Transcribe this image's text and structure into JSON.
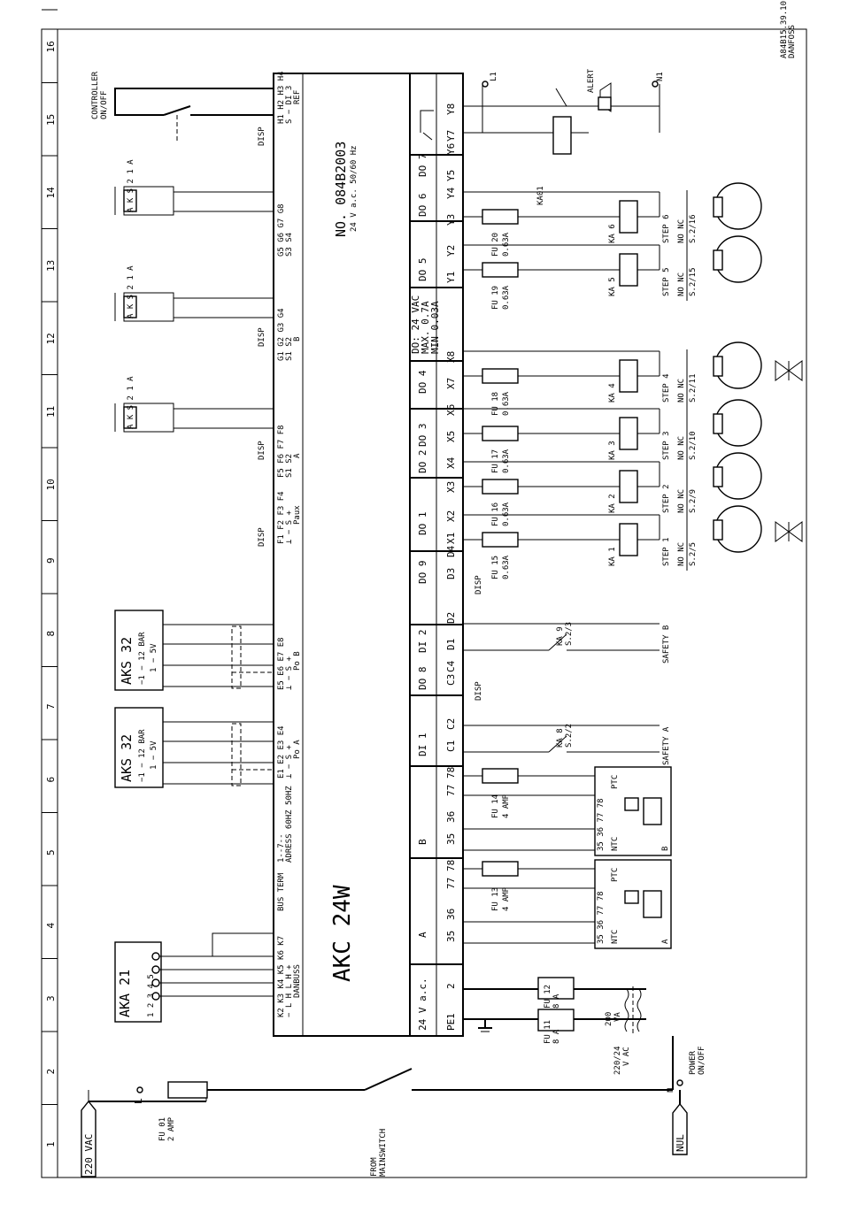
{
  "frame": {
    "grid_numbers": [
      "1",
      "2",
      "3",
      "4",
      "5",
      "6",
      "7",
      "8",
      "9",
      "10",
      "11",
      "12",
      "13",
      "14",
      "15",
      "16"
    ],
    "drawing_ref": [
      "DANFOSS",
      "A84B15.39.10"
    ]
  },
  "controller": {
    "name": "AKC 24W",
    "part_no": "NO. 084B2003",
    "supply_rating": "24 V a.c. 50/60 Hz",
    "disp_labels": [
      "DISP",
      "DISP",
      "DISP",
      "DISP",
      "DISP",
      "DISP"
    ],
    "top_terminals": [
      {
        "pins": "K2 K3 K4 K5 K6 K7",
        "sub": "−  L  H  L  H  +",
        "group": "DANBUSS"
      },
      {
        "pins": "BUS TERM",
        "sub": "",
        "group": ""
      },
      {
        "pins": "1--7--",
        "sub": "ADRESS 60HZ 50HZ",
        "group": ""
      },
      {
        "pins": "E1 E2 E3 E4",
        "sub": "⊥  −  S  +",
        "group": "Po A"
      },
      {
        "pins": "E5 E6 E7 E8",
        "sub": "⊥  −  S  +",
        "group": "Po B"
      },
      {
        "pins": "F1 F2 F3 F4",
        "sub": "⊥  −  S  +",
        "group": "Paux"
      },
      {
        "pins": "F5 F6 F7 F8",
        "sub": "S1  S2",
        "group": "A"
      },
      {
        "pins": "G1 G2 G3 G4",
        "sub": "S1  S2",
        "group": "B"
      },
      {
        "pins": "G5 G6 G7 G8",
        "sub": "S3  S4",
        "group": ""
      },
      {
        "pins": "H1 H2 H3 H4",
        "sub": "S  −  DI  3",
        "group": "REF"
      }
    ],
    "bottom_blocks": [
      {
        "label": "24  V a.c.",
        "pins": [
          "PE",
          "1",
          "2"
        ]
      },
      {
        "label": "A",
        "pins": [
          "35",
          "36",
          "77",
          "78"
        ]
      },
      {
        "label": "B",
        "pins": [
          "35",
          "36",
          "77",
          "78"
        ]
      },
      {
        "label": "DI 1",
        "pins": [
          "C1",
          "C2"
        ]
      },
      {
        "label": "DO 8",
        "pins": [
          "C3",
          "C4"
        ]
      },
      {
        "label": "DI 2",
        "pins": [
          "D1",
          "D2"
        ]
      },
      {
        "label": "DO 9",
        "pins": [
          "D3",
          "D4"
        ]
      },
      {
        "label": "DO 1",
        "pins": [
          "X1",
          "X2"
        ]
      },
      {
        "label": "DO 2",
        "pins": [
          "X3",
          "X4"
        ]
      },
      {
        "label": "DO 3",
        "pins": [
          "X5",
          "X6"
        ]
      },
      {
        "label": "DO 4",
        "pins": [
          "X7",
          "X8"
        ]
      },
      {
        "label": "DO: 24 VAC / MAX. 0.7A / MIN 0.03A",
        "pins": []
      },
      {
        "label": "DO 5",
        "pins": [
          "Y1",
          "Y2"
        ]
      },
      {
        "label": "DO 6",
        "pins": [
          "Y3",
          "Y4"
        ]
      },
      {
        "label": "DO 7",
        "pins": [
          "Y5",
          "Y6"
        ]
      },
      {
        "label": "",
        "pins": [
          "Y7",
          "Y8"
        ]
      }
    ]
  },
  "supply": {
    "in_tag": "220 VAC",
    "l_label": "L",
    "fuse": "FU 01 / 2 AMP",
    "mainswitch": "FROM MAINSWITCH",
    "nul_tag": "NUL",
    "n_label": "N",
    "power": "POWER ON/OFF",
    "fu11": "FU 11 / 8 A",
    "fu12": "FU 12 / 8 A",
    "transformer": "220/24 V AC",
    "transformer_va": "200 VA",
    "controller_onoff": "CONTROLLER ON/OFF"
  },
  "sensors": {
    "aka21": {
      "name": "AKA 21",
      "pins": "1 2 3 4 5"
    },
    "aks32_a": {
      "name": "AKS 32",
      "range": "−1 − 12 BAR",
      "out": "1 − 5V"
    },
    "aks32_b": {
      "name": "AKS 32",
      "range": "−1 − 12 BAR",
      "out": "1 − 5V"
    },
    "akslabel": "A K S  2 1 A"
  },
  "motor_protect": [
    {
      "fuse": "FU 13 / 4 AMP",
      "pins": [
        "35",
        "36",
        "77",
        "78"
      ],
      "ntc": "NTC",
      "ptc": "PTC",
      "tag": "A"
    },
    {
      "fuse": "FU 14 / 4 AMP",
      "pins": [
        "35",
        "36",
        "77",
        "78"
      ],
      "ntc": "NTC",
      "ptc": "PTC",
      "tag": "B"
    }
  ],
  "safety": [
    {
      "relay": "KA 8",
      "ref": "S.2/2",
      "label": "SAFETY A"
    },
    {
      "relay": "KA 9",
      "ref": "S.2/3",
      "label": "SAFETY B"
    }
  ],
  "steps": [
    {
      "fuse": "FU 15 / 0.63A",
      "relay": "KA 1",
      "step": "STEP 1",
      "nonc": "NO NC",
      "ref": "S.2/5"
    },
    {
      "fuse": "FU 16 / 0.63A",
      "relay": "KA 2",
      "step": "STEP 2",
      "nonc": "NO NC",
      "ref": "S.2/9"
    },
    {
      "fuse": "FU 17 / 0.63A",
      "relay": "KA 3",
      "step": "STEP 3",
      "nonc": "NO NC",
      "ref": "S.2/10"
    },
    {
      "fuse": "FU 18 / 0.63A",
      "relay": "KA 4",
      "step": "STEP 4",
      "nonc": "NO NC",
      "ref": "S.2/11"
    },
    {
      "fuse": "FU 19 / 0.63A",
      "relay": "KA 5",
      "step": "STEP 5",
      "nonc": "NO NC",
      "ref": "S.2/15"
    },
    {
      "fuse": "FU 20 / 0.63A",
      "relay": "KA 6",
      "step": "STEP 6",
      "nonc": "NO NC",
      "ref": "S.2/16"
    }
  ],
  "alarm": {
    "ka01": "KA01",
    "alert": "ALERT",
    "l1": "L1",
    "n1": "N1"
  }
}
